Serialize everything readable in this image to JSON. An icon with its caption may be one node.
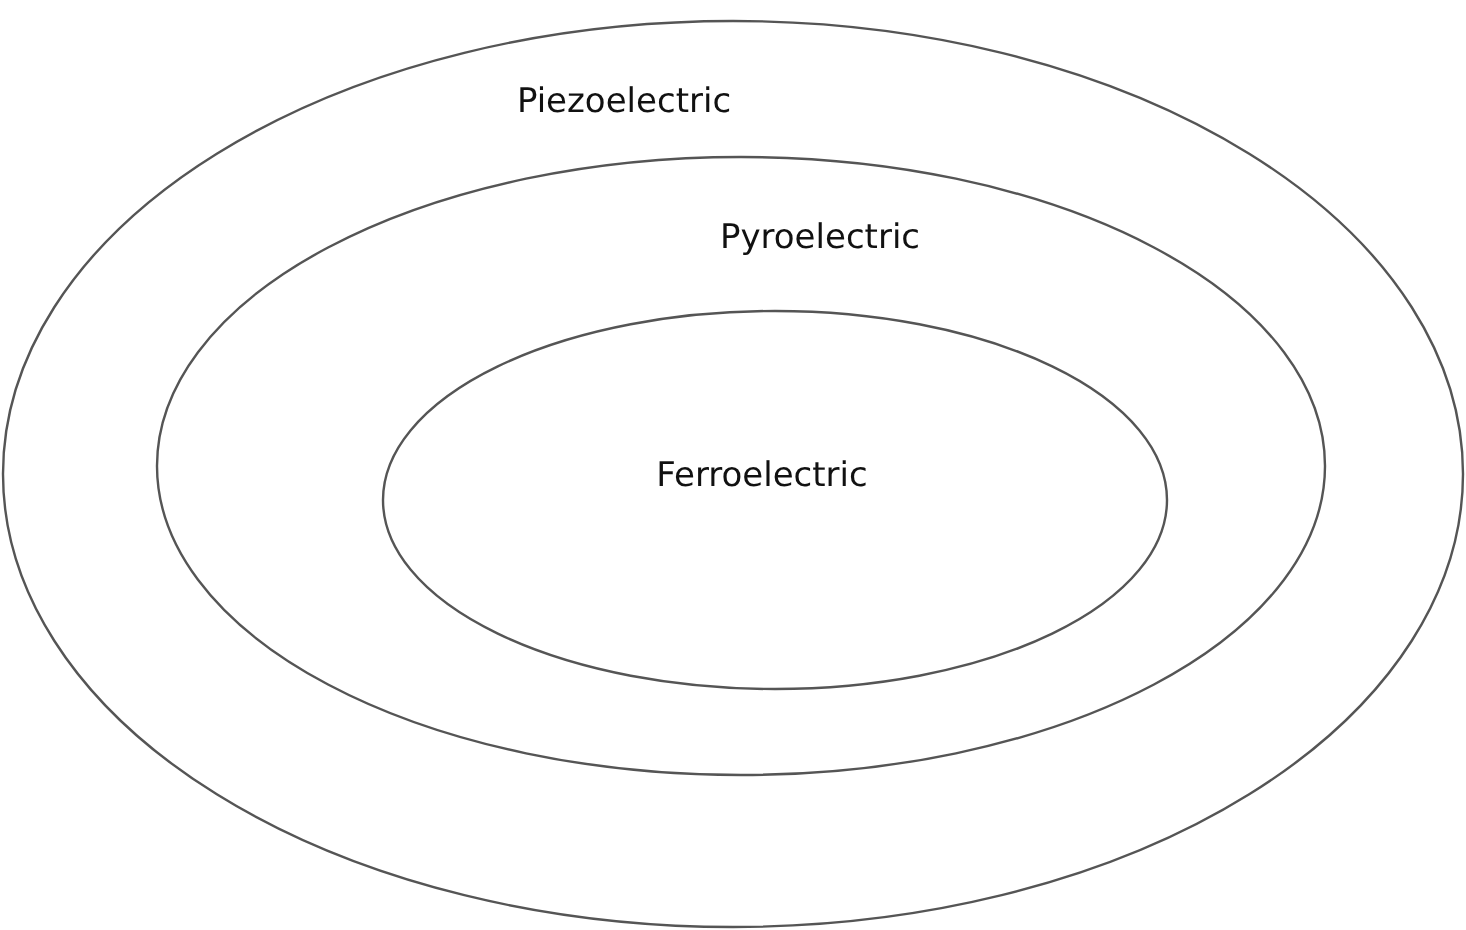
{
  "diagram": {
    "nodes": [
      {
        "text": [
          "Piezoelectric"
        ]
      },
      {
        "text": [
          "Pyroelectric"
        ],
        "in": 0
      },
      {
        "text": [
          "Ferroelectric"
        ],
        "in": 1
      }
    ]
  }
}
